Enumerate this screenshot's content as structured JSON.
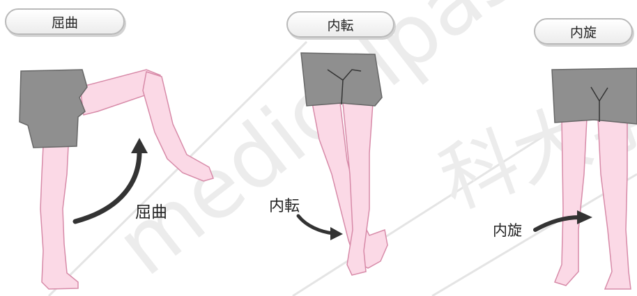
{
  "panels": [
    {
      "title": "屈曲",
      "motion_label": "屈曲"
    },
    {
      "title": "内転",
      "motion_label": "内転"
    },
    {
      "title": "内旋",
      "motion_label": "内旋"
    }
  ],
  "watermark": "medicalpass 大学",
  "colors": {
    "skin": "#fbd9e6",
    "skin_line": "#d78aa8",
    "shorts": "#8f8f8f",
    "arrow": "#333333"
  }
}
